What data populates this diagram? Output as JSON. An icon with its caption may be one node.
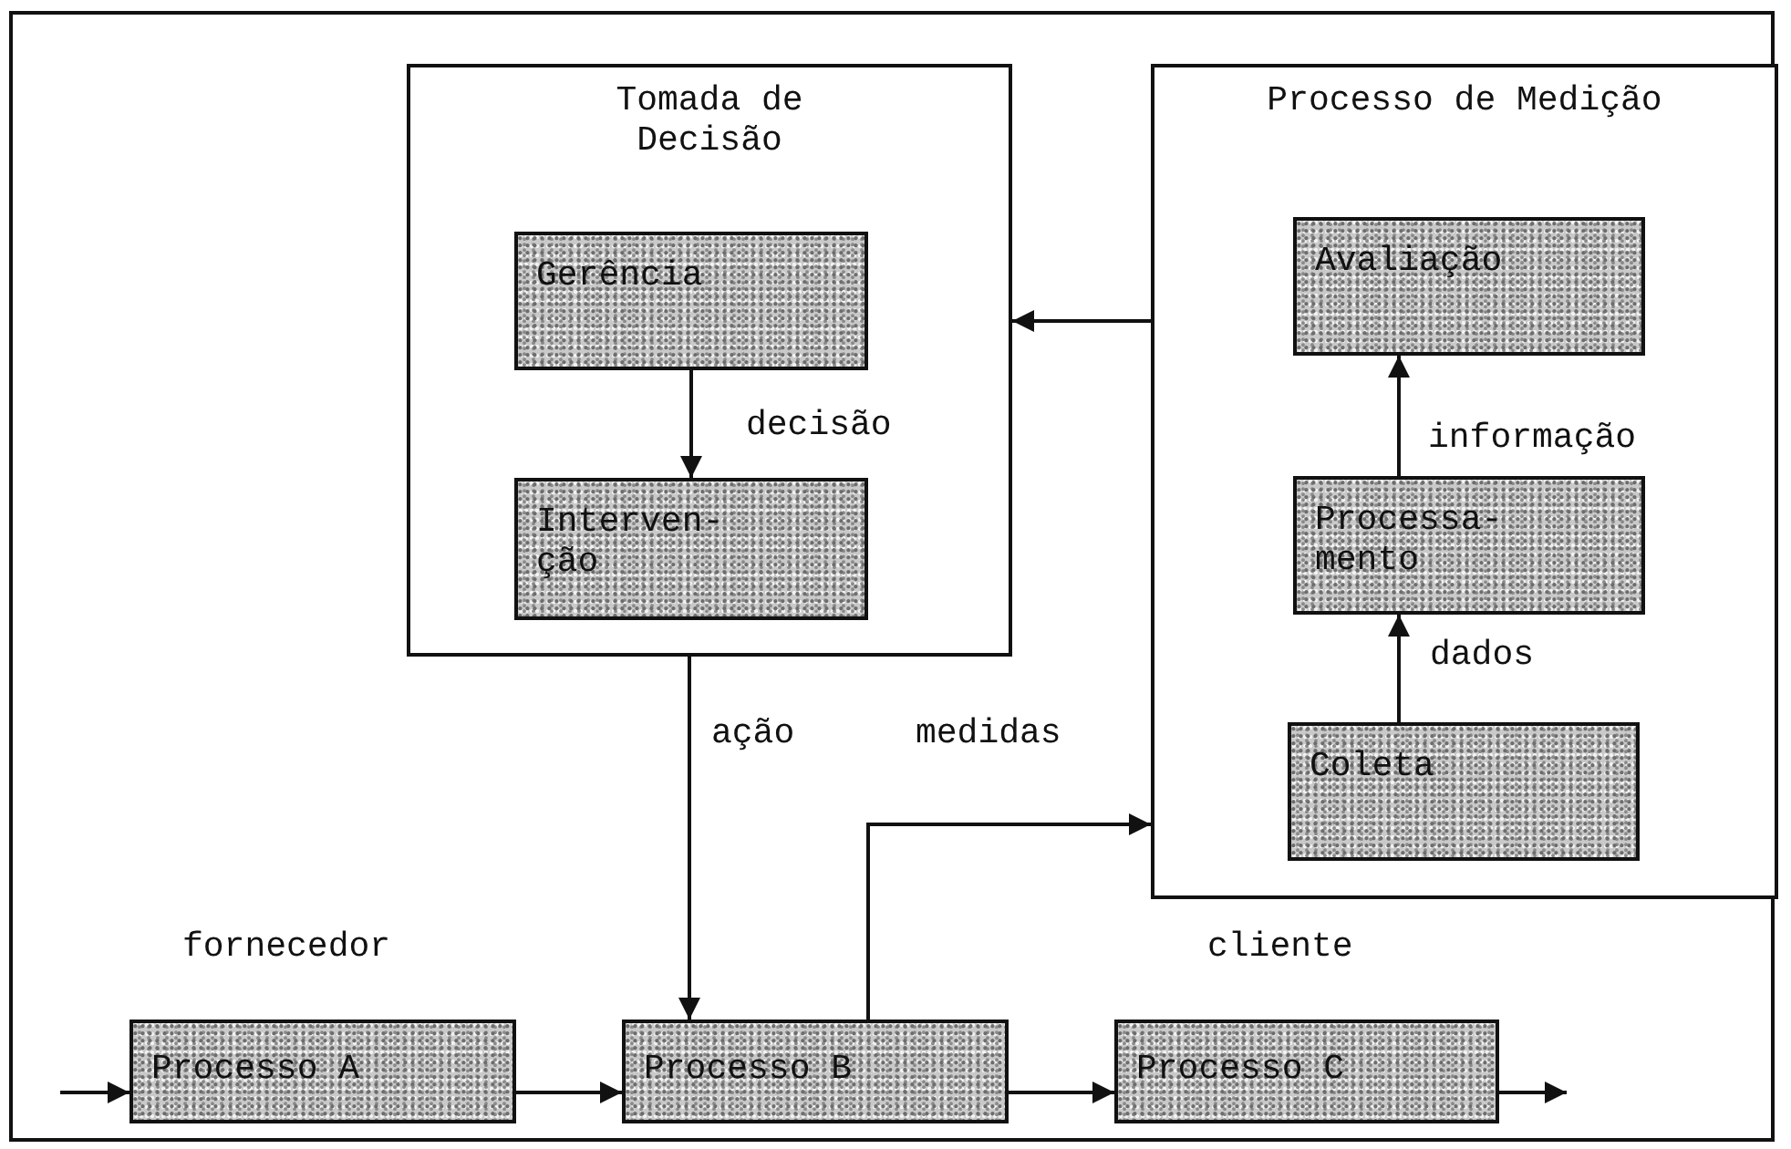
{
  "diagram": {
    "nodes": [
      {
        "text": [
          "Tomada de Decisão"
        ]
      },
      {
        "text": [
          "Gerência"
        ],
        "in": 0
      },
      {
        "text": [
          "Interven- ção"
        ],
        "in": 0
      },
      {
        "text": [
          "Processo de Medição"
        ]
      },
      {
        "text": [
          "Avaliação"
        ],
        "in": 3
      },
      {
        "text": [
          "Processa- mento"
        ],
        "in": 3
      },
      {
        "text": [
          "Coleta"
        ],
        "in": 3
      },
      {
        "text": [
          "Processo A"
        ]
      },
      {
        "text": [
          "Processo B"
        ]
      },
      {
        "text": [
          "Processo C"
        ]
      }
    ],
    "edges": [
      {
        "from": 1,
        "to": 2,
        "arrow": "to",
        "label": "decisão"
      },
      {
        "from": 6,
        "to": 5,
        "arrow": "to",
        "label": "dados"
      },
      {
        "from": 5,
        "to": 4,
        "arrow": "to",
        "label": "informação"
      },
      {
        "from": 3,
        "to": 0,
        "arrow": "to"
      },
      {
        "from": 0,
        "to": 8,
        "arrow": "to",
        "label": "ação"
      },
      {
        "from": 8,
        "to": 3,
        "arrow": "to",
        "label": "medidas"
      },
      {
        "from": null,
        "to": 7,
        "arrow": "to"
      },
      {
        "from": 7,
        "to": 8,
        "arrow": "to"
      },
      {
        "from": 8,
        "to": 9,
        "arrow": "to"
      },
      {
        "from": 9,
        "to": null,
        "arrow": "to"
      }
    ],
    "labels": [
      "fornecedor",
      "cliente"
    ]
  }
}
